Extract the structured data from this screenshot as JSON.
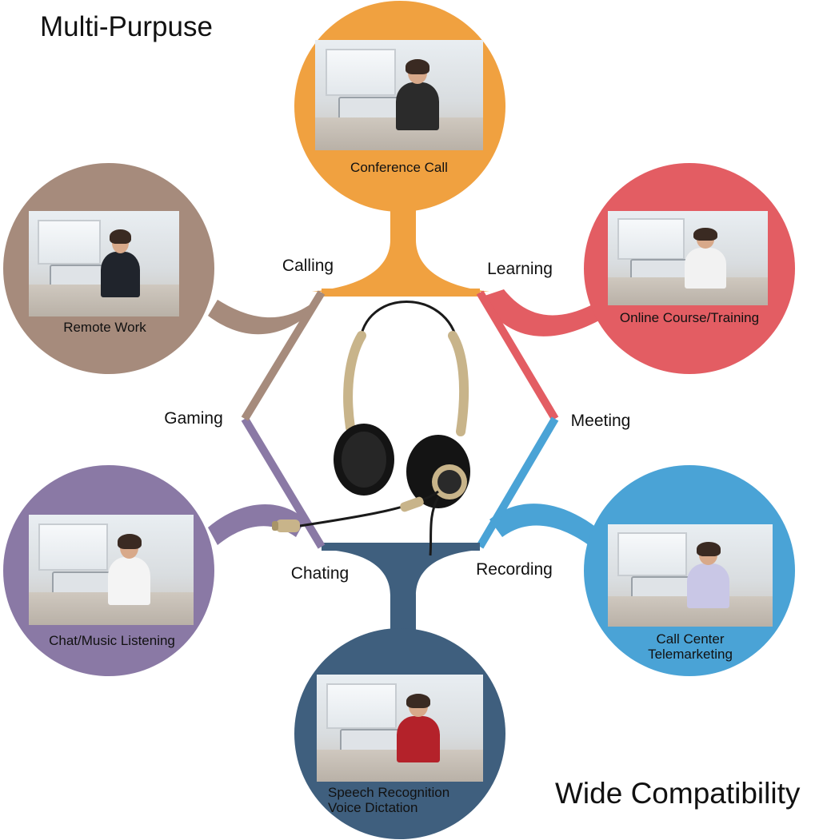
{
  "title": "Multi-Purpuse",
  "footer": "Wide Compatibility",
  "center": {
    "icon": "headset-icon"
  },
  "edge_labels": [
    {
      "id": "calling",
      "text": "Calling"
    },
    {
      "id": "learning",
      "text": "Learning"
    },
    {
      "id": "meeting",
      "text": "Meeting"
    },
    {
      "id": "recording",
      "text": "Recording"
    },
    {
      "id": "chating",
      "text": "Chating"
    },
    {
      "id": "gaming",
      "text": "Gaming"
    }
  ],
  "nodes": [
    {
      "id": "conference-call",
      "color": "#f0a140",
      "label": [
        "Conference Call"
      ],
      "photo": "office-team-photo"
    },
    {
      "id": "online-course",
      "color": "#e35d63",
      "label": [
        "Online Course/Training"
      ],
      "photo": "students-headsets-photo"
    },
    {
      "id": "call-center",
      "color": "#4aa3d6",
      "label": [
        "Call Center",
        "Telemarketing"
      ],
      "photo": "call-center-agents-photo"
    },
    {
      "id": "speech-recognition",
      "color": "#3f5f7e",
      "label": [
        "Speech Recognition",
        "Voice Dictation"
      ],
      "photo": "agent-with-laptop-photo"
    },
    {
      "id": "chat-music",
      "color": "#8a79a5",
      "label": [
        "Chat/Music Listening"
      ],
      "photo": "woman-at-laptop-photo"
    },
    {
      "id": "remote-work",
      "color": "#a68b7c",
      "label": [
        "Remote Work"
      ],
      "photo": "businesswoman-photo"
    }
  ]
}
